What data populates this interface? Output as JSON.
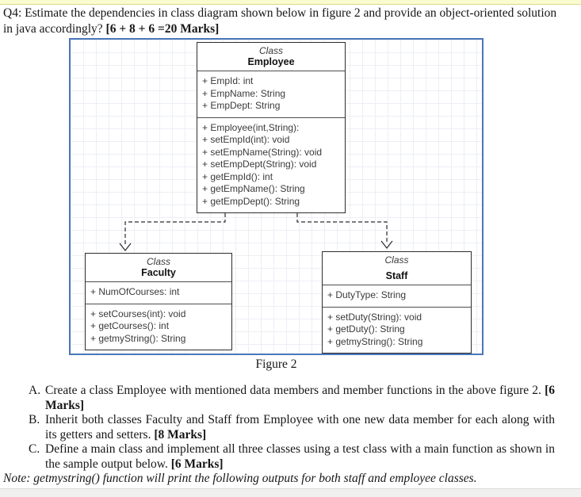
{
  "page": {
    "question": {
      "text": "Q4: Estimate the dependencies in class diagram shown below in figure 2 and provide an object-oriented solution in java accordingly?",
      "marks": "[6 + 8 + 6 =20 Marks]"
    },
    "figure_caption": "Figure 2",
    "tasks": [
      {
        "label": "A.",
        "text": "Create a class Employee with mentioned data members and member functions in the above figure 2.",
        "marks": "[6 Marks]"
      },
      {
        "label": "B.",
        "text": "Inherit both classes Faculty and Staff from Employee with one new data member for each along with its getters and setters.",
        "marks": "[8 Marks]"
      },
      {
        "label": "C.",
        "text": "Define a main class and implement all three classes using a test class with a main function as shown in the sample output below.",
        "marks": "[6 Marks]"
      }
    ],
    "note": "Note: getmystring() function will print the following outputs for both staff and employee classes."
  },
  "diagram": {
    "classes": [
      {
        "stereotype": "Class",
        "name": "Employee",
        "attributes": [
          "+ EmpId: int",
          "+ EmpName: String",
          "+ EmpDept: String"
        ],
        "methods": [
          "+ Employee(int,String):",
          "+ setEmpId(int): void",
          "+ setEmpName(String): void",
          "+ setEmpDept(String): void",
          "+ getEmpId(): int",
          "+ getEmpName(): String",
          "+ getEmpDept(): String"
        ]
      },
      {
        "stereotype": "Class",
        "name": "Faculty",
        "attributes": [
          "+ NumOfCourses: int"
        ],
        "methods": [
          "+ setCourses(int): void",
          "+ getCourses(): int",
          "+ getmyString(): String"
        ]
      },
      {
        "stereotype": "Class",
        "name": "Staff",
        "attributes": [
          "+ DutyType: String"
        ],
        "methods": [
          "+ setDuty(String): void",
          "+ getDuty(): String",
          "+ getmyString(): String"
        ]
      }
    ],
    "relations": [
      {
        "from": "Employee",
        "to": "Faculty",
        "line": "dashed",
        "arrow": "open"
      },
      {
        "from": "Employee",
        "to": "Staff",
        "line": "dashed",
        "arrow": "open"
      }
    ]
  },
  "colors": {
    "canvas_border_blue": "#4a77b8",
    "highlight_yellow": "#fbfbd0",
    "grid_line": "#edeff5",
    "uml_border": "#2e2e2e",
    "bottom_strip": "#f0f0ee"
  }
}
